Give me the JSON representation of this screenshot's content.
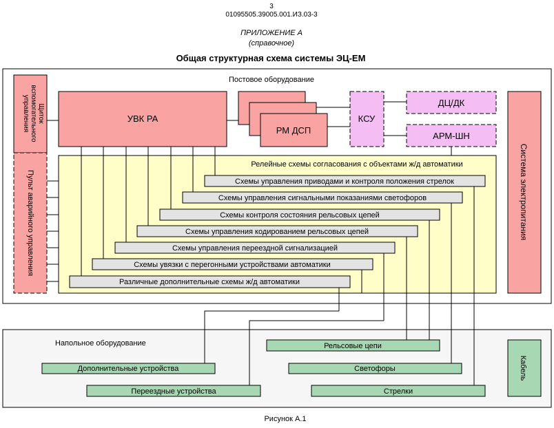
{
  "header": {
    "page_number": "3",
    "doc_code": "01095505.39005.001.ИЗ.03-3",
    "appendix": "ПРИЛОЖЕНИЕ  А",
    "appendix_note": "(справочное)",
    "title": "Общая структурная схема  системы  ЭЦ-ЕМ"
  },
  "post": {
    "label": "Постовое оборудование",
    "shield": [
      "Щиток",
      "вспомогательного",
      "управления"
    ],
    "panel": "Пульт  аварийного  управления",
    "uvk": "УВК РА",
    "rm_dsp": "РМ ДСП",
    "ksu": "КСУ",
    "dc_dk": "ДЦ/ДК",
    "arm_shn": "АРМ-ШН",
    "power": "Система  электропитания",
    "relay_title": "Релейные схемы согласования с объектами ж/д автоматики",
    "relay_items": [
      "Схемы управления приводами и контроля положения стрелок",
      "Схемы управления сигнальными показаниями светофоров",
      "Схемы контроля состояния рельсовых цепей",
      "Схемы управления кодированием рельсовых цепей",
      "Схемы управления переездной сигнализацией",
      "Схемы увязки с перегонными устройствами автоматики",
      "Различные дополнительные схемы ж/д автоматики"
    ]
  },
  "field": {
    "label": "Напольное оборудование",
    "rail_circuits": "Рельсовые цепи",
    "additional": "Дополнительные устройства",
    "signals": "Светофоры",
    "crossings": "Переездные устройства",
    "switches": "Стрелки",
    "cable": "Кабель"
  },
  "caption": "Рисунок А.1",
  "colors": {
    "red": "#f9a3a3",
    "pink": "#f4bdf4",
    "yellow": "#fffdc8",
    "gray": "#e3e3e3",
    "green": "#a8d8b3"
  }
}
